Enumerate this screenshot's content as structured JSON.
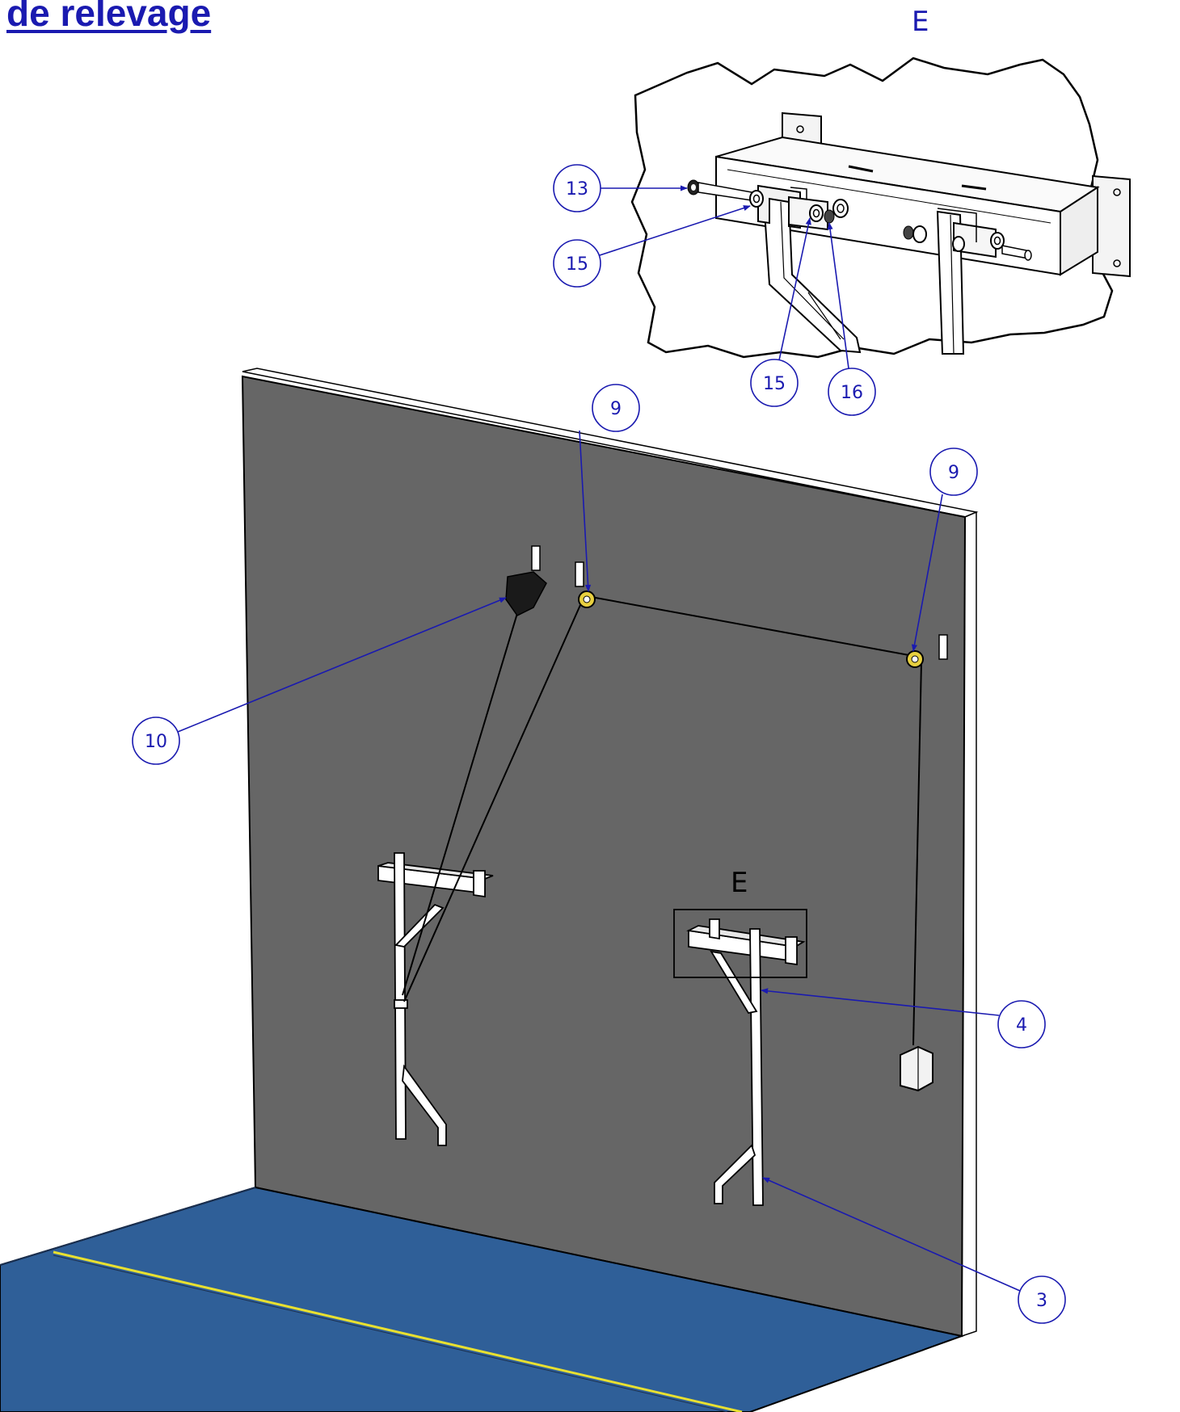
{
  "title": "de relevage",
  "detail_view": {
    "label": "E"
  },
  "main_view": {
    "detail_box_label": "E"
  },
  "callouts": {
    "c13": "13",
    "c15a": "15",
    "c15b": "15",
    "c16": "16",
    "c9a": "9",
    "c9b": "9",
    "c10": "10",
    "c4": "4",
    "c3": "3"
  },
  "colors": {
    "title": "#1a1ab0",
    "callout": "#1a1ab0",
    "wall": "#666666",
    "floor": "#2f5f98",
    "floor_stripe": "#e8e030"
  }
}
